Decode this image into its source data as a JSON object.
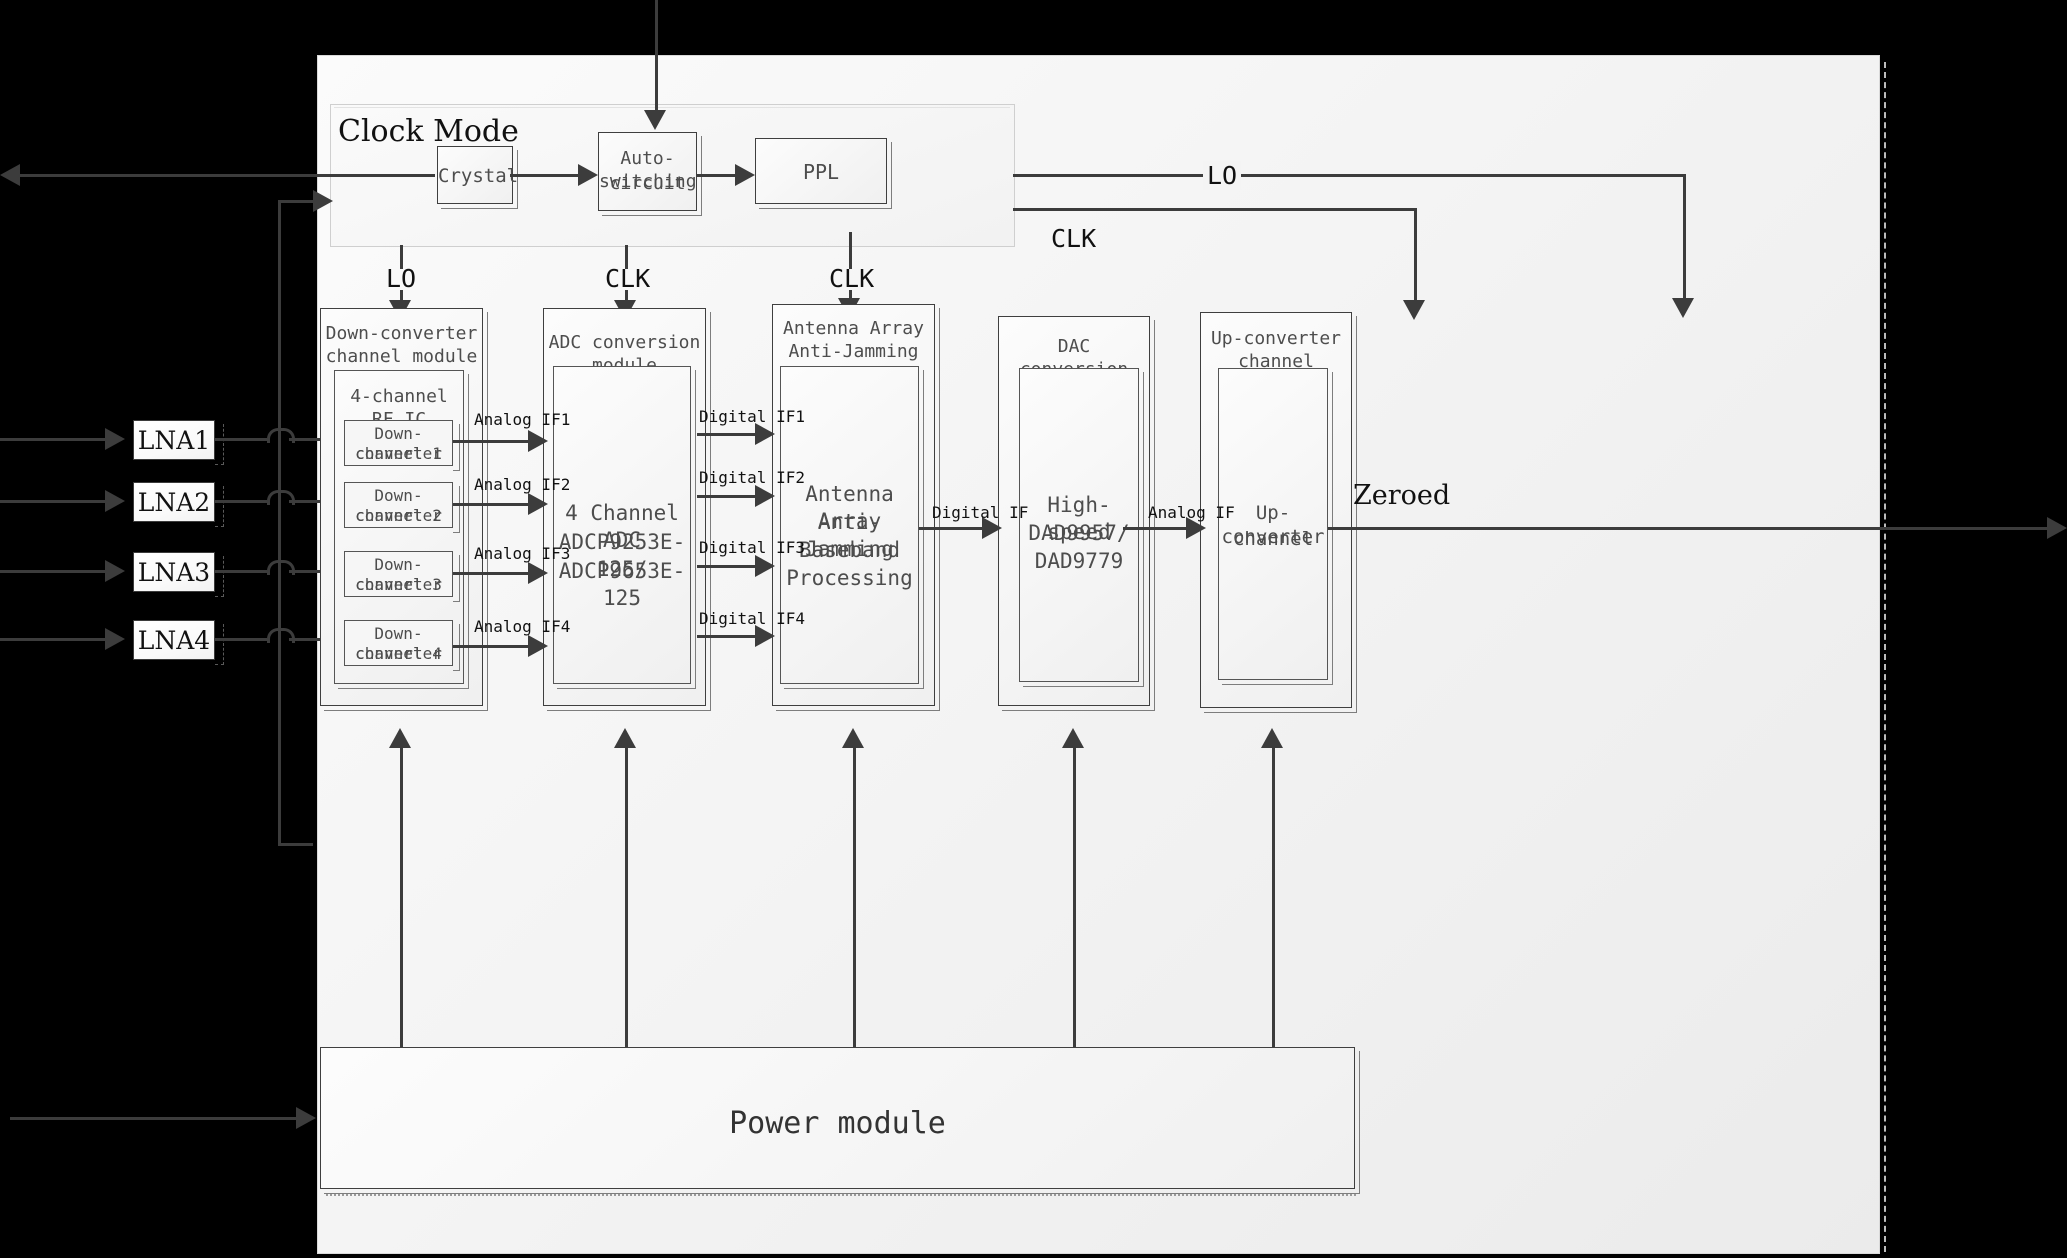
{
  "diagram": {
    "title_visible": false,
    "clock_section": {
      "label": "Clock Mode",
      "blocks": [
        {
          "name": "crystal",
          "label": "Crystal"
        },
        {
          "name": "auto-switching-circuit",
          "label": "Auto-switching\ncircuit",
          "line1": "Auto-switching",
          "line2": "circuit"
        },
        {
          "name": "ppl",
          "label": "PPL"
        }
      ]
    },
    "lna_blocks": [
      {
        "label": "LNA1"
      },
      {
        "label": "LNA2"
      },
      {
        "label": "LNA3"
      },
      {
        "label": "LNA4"
      }
    ],
    "modules": [
      {
        "name": "down-converter-channel-module",
        "title_line1": "Down-converter",
        "title_line2": "channel module",
        "inner_title": "4-channel RF IC",
        "channels": [
          {
            "line1": "Down-converter",
            "line2": "channel 1"
          },
          {
            "line1": "Down-converter",
            "line2": "channel 2"
          },
          {
            "line1": "Down-converter",
            "line2": "channel 3"
          },
          {
            "line1": "Down-converter",
            "line2": "channel 4"
          }
        ]
      },
      {
        "name": "adc-conversion-module",
        "title": "ADC conversion module",
        "chip_line1": "4 Channel ADC",
        "chip_line2": "ADCP9253E-125/",
        "chip_line3": "ADCP9653E-125"
      },
      {
        "name": "antenna-array-anti-jamming-chip",
        "title_line1": "Antenna Array",
        "title_line2": "Anti-Jamming Chip",
        "core_line1": "Antenna Array",
        "core_line2": "Anti-Jamming",
        "core_line3": "Baseband",
        "core_line4": "Processing"
      },
      {
        "name": "dac-conversion-module",
        "title": "DAC conversion module",
        "chip_line1": "High-speed",
        "chip_line2": "DAD9957/",
        "chip_line3": "DAD9779"
      },
      {
        "name": "up-converter-channel-module",
        "title_line1": "Up-converter",
        "title_line2": "channel module",
        "inner_line1": "Up-converter",
        "inner_line2": "channel"
      }
    ],
    "power_module": {
      "label": "Power module"
    },
    "signal_labels": {
      "lo_clock_out": "LO",
      "lo_down": "LO",
      "clk_adc": "CLK",
      "clk_chip": "CLK",
      "clk_dac": "CLK",
      "lo_up": "LO",
      "analog_if": [
        "Analog IF1",
        "Analog IF2",
        "Analog IF3",
        "Analog IF4"
      ],
      "digital_if": [
        "Digital IF1",
        "Digital IF2",
        "Digital IF3",
        "Digital IF4"
      ],
      "digital_if_single": "Digital IF",
      "analog_if_single": "Analog IF",
      "zeroed": "Zeroed"
    },
    "colors": {
      "line": "#3c3c3c",
      "block_border": "#3f3f3f",
      "panel_bg": "#f4f4f4",
      "outside_bg": "#000000",
      "caption_text": "#4d4d4d"
    }
  }
}
